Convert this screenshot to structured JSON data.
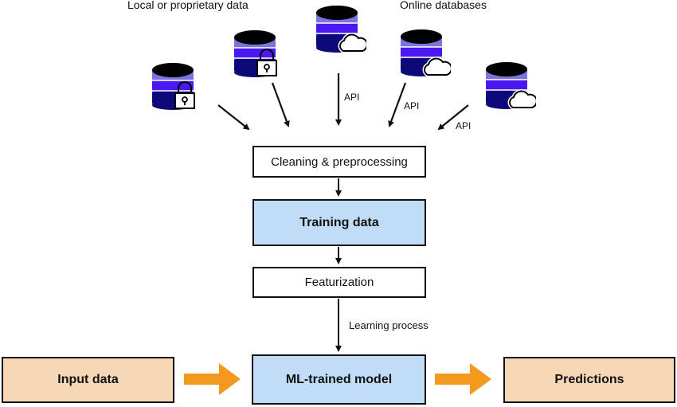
{
  "headings": {
    "local": "Local or proprietary data",
    "online": "Online databases"
  },
  "sources": [
    {
      "kind": "local",
      "badge": "lock-icon"
    },
    {
      "kind": "local",
      "badge": "lock-icon"
    },
    {
      "kind": "online",
      "badge": "cloud-icon",
      "edge_label": "API"
    },
    {
      "kind": "online",
      "badge": "cloud-icon",
      "edge_label": "API"
    },
    {
      "kind": "online",
      "badge": "cloud-icon",
      "edge_label": "API"
    }
  ],
  "pipeline": {
    "cleaning": "Cleaning & preprocessing",
    "training": "Training data",
    "featurization": "Featurization",
    "learning_label": "Learning process",
    "model": "ML-trained model"
  },
  "io": {
    "input": "Input data",
    "output": "Predictions"
  },
  "colors": {
    "db_top": "#000000",
    "db_band1": "#7b73e0",
    "db_band2": "#4a18f0",
    "db_band3": "#0c0a78",
    "highlight_box": "#c0dcf6",
    "io_box": "#f6d8b6",
    "flow_arrow": "#f39a1e"
  }
}
